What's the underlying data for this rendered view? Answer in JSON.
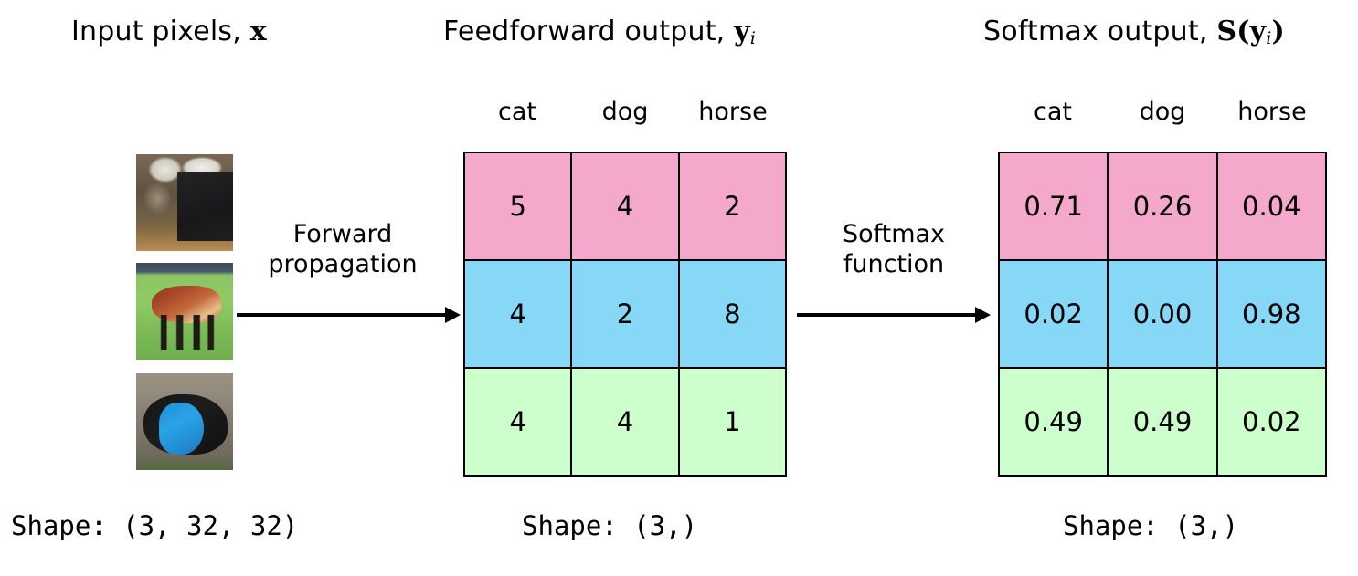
{
  "figure": {
    "type": "diagram",
    "topic": "Softmax conversion of feedforward logits to probabilities"
  },
  "columns": {
    "input": {
      "title_text": "Input pixels, ",
      "title_math": "x",
      "shape_label": "Shape: (3, 32, 32)",
      "thumbnails": [
        {
          "name": "cat-thumbnail",
          "alt": "cat photo"
        },
        {
          "name": "horse-thumbnail",
          "alt": "brown horse on grass"
        },
        {
          "name": "dog-thumbnail",
          "alt": "black dog in blue jacket"
        }
      ]
    },
    "feedforward": {
      "title_text": "Feedforward output, ",
      "title_math": "y",
      "title_sub": "i",
      "shape_label": "Shape: (3,)",
      "class_headers": [
        "cat",
        "dog",
        "horse"
      ],
      "rows": [
        {
          "color": "pink",
          "values": [
            "5",
            "4",
            "2"
          ]
        },
        {
          "color": "blue",
          "values": [
            "4",
            "2",
            "8"
          ]
        },
        {
          "color": "green",
          "values": [
            "4",
            "4",
            "1"
          ]
        }
      ]
    },
    "softmax": {
      "title_text": "Softmax output, ",
      "title_math_s": "S",
      "title_open": "(",
      "title_math_y": "y",
      "title_sub": "i",
      "title_close": ")",
      "shape_label": "Shape: (3,)",
      "class_headers": [
        "cat",
        "dog",
        "horse"
      ],
      "rows": [
        {
          "color": "pink",
          "values": [
            "0.71",
            "0.26",
            "0.04"
          ]
        },
        {
          "color": "blue",
          "values": [
            "0.02",
            "0.00",
            "0.98"
          ]
        },
        {
          "color": "green",
          "values": [
            "0.49",
            "0.49",
            "0.02"
          ]
        }
      ]
    }
  },
  "arrows": [
    {
      "name": "forward-propagation-arrow",
      "line1": "Forward",
      "line2": "propagation"
    },
    {
      "name": "softmax-function-arrow",
      "line1": "Softmax",
      "line2": "function"
    }
  ],
  "colors": {
    "row_pink": "#f4a8cb",
    "row_blue": "#87d7f7",
    "row_green": "#ccffcc",
    "stroke": "#000000",
    "background": "#ffffff"
  },
  "chart_data": {
    "type": "table",
    "title": "Feedforward logits and softmax probabilities per sample",
    "categories": [
      "cat",
      "dog",
      "horse"
    ],
    "samples": [
      "cat image",
      "horse image",
      "dog image"
    ],
    "series": [
      {
        "name": "logits-sample-1",
        "values": [
          5,
          4,
          2
        ]
      },
      {
        "name": "logits-sample-2",
        "values": [
          4,
          2,
          8
        ]
      },
      {
        "name": "logits-sample-3",
        "values": [
          4,
          4,
          1
        ]
      },
      {
        "name": "softmax-sample-1",
        "values": [
          0.71,
          0.26,
          0.04
        ]
      },
      {
        "name": "softmax-sample-2",
        "values": [
          0.02,
          0.0,
          0.98
        ]
      },
      {
        "name": "softmax-sample-3",
        "values": [
          0.49,
          0.49,
          0.02
        ]
      }
    ]
  }
}
